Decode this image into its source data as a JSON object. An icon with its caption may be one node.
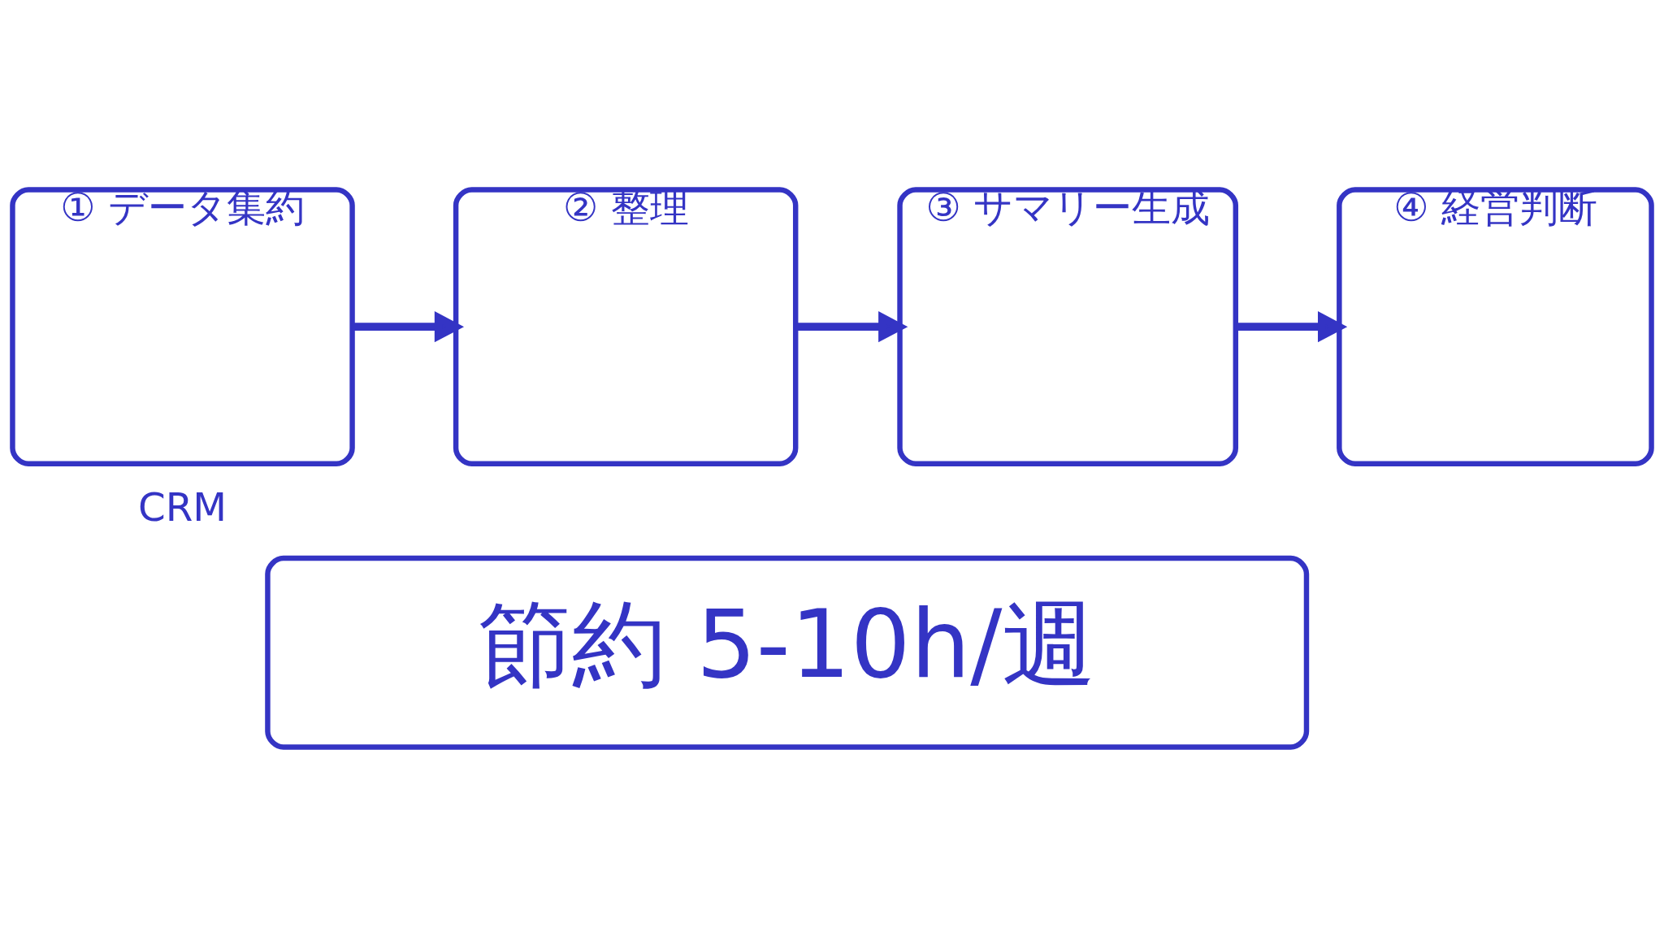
{
  "diagram": {
    "nodes": [
      {
        "text": [
          "① データ集約"
        ],
        "beside": [
          "CRM"
        ]
      },
      {
        "text": [
          "② 整理"
        ]
      },
      {
        "text": [
          "③ サマリー生成"
        ]
      },
      {
        "text": [
          "④ 経営判断"
        ]
      },
      {
        "text": [
          "節約 5-10h/週"
        ]
      }
    ],
    "edges": [
      {
        "from": 0,
        "to": 1,
        "arrow": "to"
      },
      {
        "from": 1,
        "to": 2,
        "arrow": "to"
      },
      {
        "from": 2,
        "to": 3,
        "arrow": "to"
      }
    ]
  }
}
